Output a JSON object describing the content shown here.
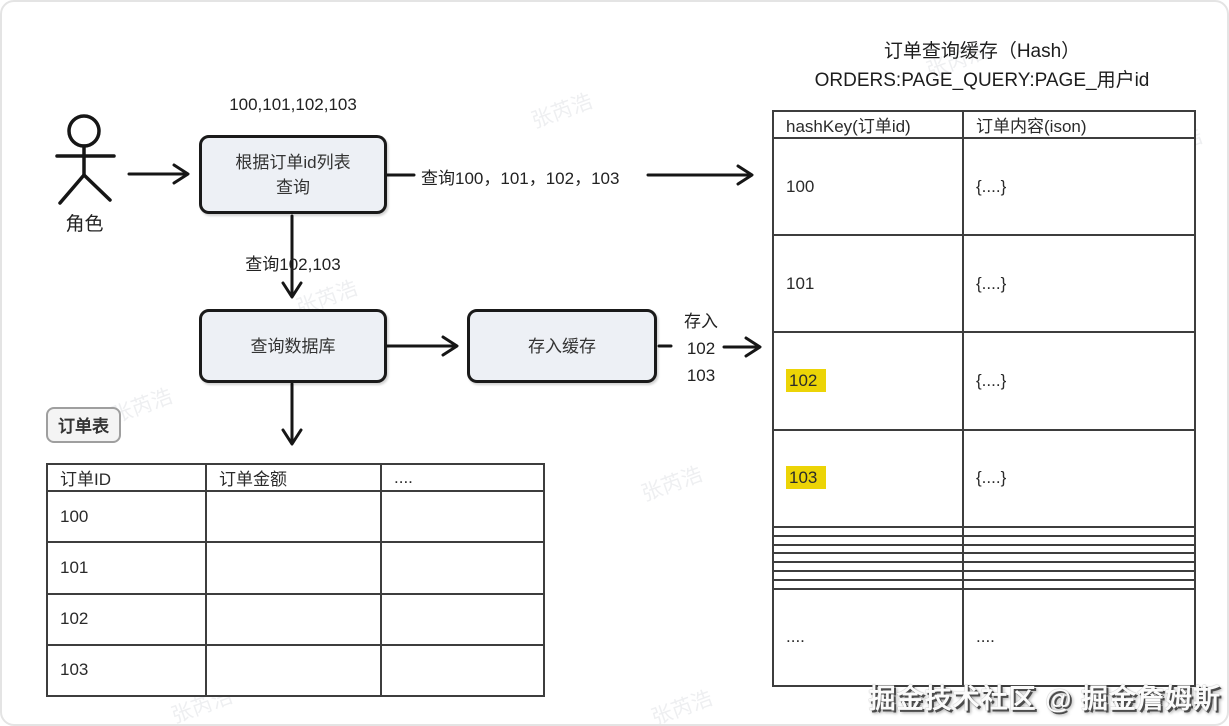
{
  "actor": {
    "label": "角色"
  },
  "flow": {
    "ids_label": "100,101,102,103",
    "box1_line1": "根据订单id列表",
    "box1_line2": "查询",
    "query_all_label": "查询100，101，102，103",
    "query_miss_label": "查询102,103",
    "db_box_label": "查询数据库",
    "cache_box_label": "存入缓存",
    "store_line1": "存入",
    "store_line2": "102",
    "store_line3": "103"
  },
  "order_table": {
    "badge": "订单表",
    "headers": [
      "订单ID",
      "订单金额",
      "...."
    ],
    "rows": [
      [
        "100",
        "",
        ""
      ],
      [
        "101",
        "",
        ""
      ],
      [
        "102",
        "",
        ""
      ],
      [
        "103",
        "",
        ""
      ]
    ]
  },
  "cache_table": {
    "title": "订单查询缓存（Hash）",
    "subtitle": "ORDERS:PAGE_QUERY:PAGE_用户id",
    "headers": [
      "hashKey(订单id)",
      "订单内容(ison)"
    ],
    "rows": [
      {
        "key": "100",
        "value": "{....}",
        "highlight": false
      },
      {
        "key": "101",
        "value": "{....}",
        "highlight": false
      },
      {
        "key": "102",
        "value": "{....}",
        "highlight": true
      },
      {
        "key": "103",
        "value": "{....}",
        "highlight": true
      },
      {
        "key": "",
        "value": "",
        "highlight": false
      },
      {
        "key": "",
        "value": "",
        "highlight": false
      },
      {
        "key": "",
        "value": "",
        "highlight": false
      },
      {
        "key": "",
        "value": "",
        "highlight": false
      },
      {
        "key": "",
        "value": "",
        "highlight": false
      },
      {
        "key": "",
        "value": "",
        "highlight": false
      },
      {
        "key": "",
        "value": "",
        "highlight": false
      },
      {
        "key": "....",
        "value": "....",
        "highlight": false
      }
    ]
  },
  "watermarks": {
    "diagonal_text": "张芮浩",
    "credit": "掘金技术社区 @ 掘金詹姆斯"
  },
  "colors": {
    "highlight_yellow": "#ecd406",
    "box_fill": "#edf0f5",
    "line": "#161616"
  }
}
